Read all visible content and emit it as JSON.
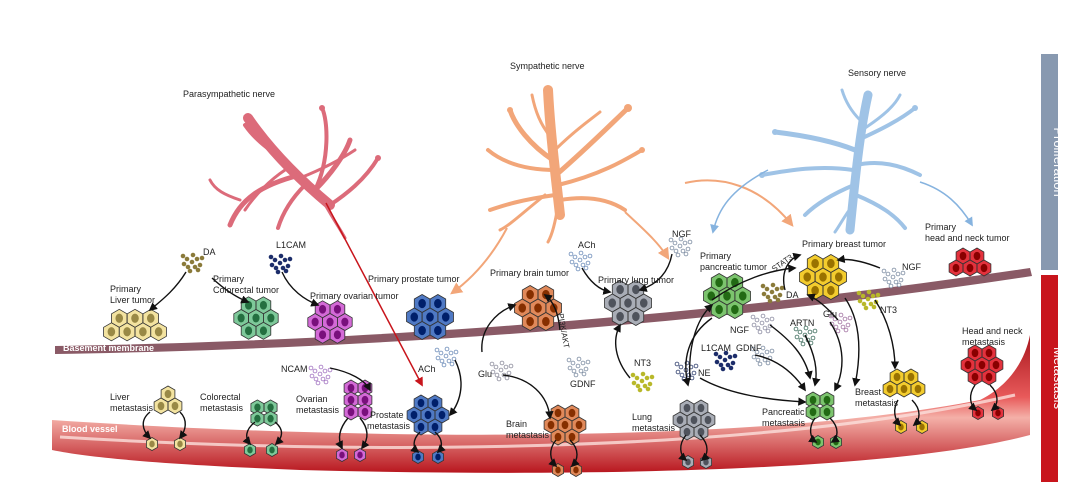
{
  "colors": {
    "parasympathetic": "#dc6b7a",
    "sympathetic": "#f2a679",
    "sensory": "#9fc3e6",
    "proliferation_bar": "#8899b0",
    "metastasis_bar": "#c8151c",
    "basement_membrane": "#8a5a66",
    "blood_vessel": "#c8232b",
    "liver": "#f3e3a0",
    "colorectal": "#7ec99a",
    "ovarian": "#d36ad6",
    "prostate": "#4f79c4",
    "brain": "#e0895a",
    "lung": "#a9adb6",
    "pancreatic": "#7cc46e",
    "breast": "#f3cc2e",
    "headneck": "#e3323d"
  },
  "nerves": {
    "parasympathetic": "Parasympathetic nerve",
    "sympathetic": "Sympathetic nerve",
    "sensory": "Sensory nerve"
  },
  "side_bars": {
    "proliferation": "Proliferation",
    "metastasis": "Metastasis"
  },
  "structures": {
    "basement_membrane": "Basement membrane",
    "blood_vessel": "Blood vessel"
  },
  "primary_tumors": {
    "liver": [
      "Primary",
      "Liver tumor"
    ],
    "colorectal": [
      "Primary",
      "Colorectal tumor"
    ],
    "ovarian": [
      "Primary ovarian tumor"
    ],
    "prostate": [
      "Primary prostate tumor"
    ],
    "brain": [
      "Primary brain tumor"
    ],
    "lung": [
      "Primary lung tumor"
    ],
    "pancreatic": [
      "Primary",
      "pancreatic tumor"
    ],
    "breast": [
      "Primary breast tumor"
    ],
    "headneck": [
      "Primary",
      "head and neck tumor"
    ]
  },
  "metastases": {
    "liver": [
      "Liver",
      "metastasis"
    ],
    "colorectal": [
      "Colorectal",
      "metastasis"
    ],
    "ovarian": [
      "Ovarian",
      "metastasis"
    ],
    "prostate": [
      "Prostate",
      "metastasis"
    ],
    "brain": [
      "Brain",
      "metastasis"
    ],
    "lung": [
      "Lung",
      "metastasis"
    ],
    "pancreatic": [
      "Pancreatic",
      "metastasis"
    ],
    "breast": [
      "Breast",
      "metastasis"
    ],
    "headneck": [
      "Head and neck",
      "metastasis"
    ]
  },
  "factors": {
    "da_liver": "DA",
    "l1cam_top": "L1CAM",
    "ncam": "NCAM",
    "ach_prostate": "ACh",
    "ach_top": "ACh",
    "glu_brain": "Glu",
    "pi3k_akt": "PI3K/AKT",
    "gdnf_brain": "GDNF",
    "ngf_lung": "NGF",
    "nt3_lung": "NT3",
    "stat3": "STAT3",
    "da_breast": "DA",
    "ngf_breast": "NGF",
    "nt3_breast": "NT3",
    "ngf_panc": "NGF",
    "artn": "ARTN",
    "glu_panc": "Glu",
    "l1cam_panc": "L1CAM",
    "gdnf_panc": "GDNF",
    "ne": "NE"
  }
}
